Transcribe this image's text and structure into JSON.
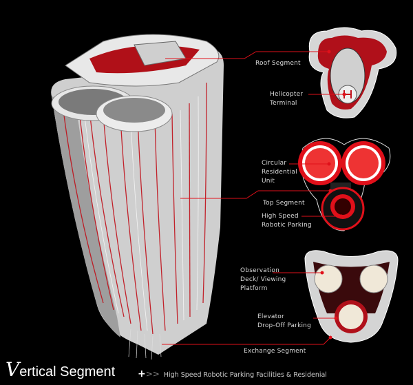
{
  "labels": {
    "roof_segment": "Roof Segment",
    "helicopter_terminal": [
      "Helicopter",
      "Terminal"
    ],
    "circular_residential_unit": [
      "Circular",
      "Residential",
      "Unit"
    ],
    "top_segment": "Top Segment",
    "high_speed_robotic_parking": [
      "High Speed",
      "Robotic Parking"
    ],
    "observation_deck": [
      "Observation",
      "Deck/ Viewing",
      "Platform"
    ],
    "elevator_drop_off": [
      "Elevator",
      "Drop-Off Parking"
    ],
    "exchange_segment": "Exchange Segment"
  },
  "footer": {
    "title_initial": "V",
    "title_rest": "ertical Segment",
    "plus": "+",
    "arrows": ">>",
    "subtitle": "High Speed Robotic Parking Facilities & Residenial"
  },
  "colors": {
    "accent": "#e0101a",
    "background": "#000000",
    "structure": "#d8d8d8"
  }
}
